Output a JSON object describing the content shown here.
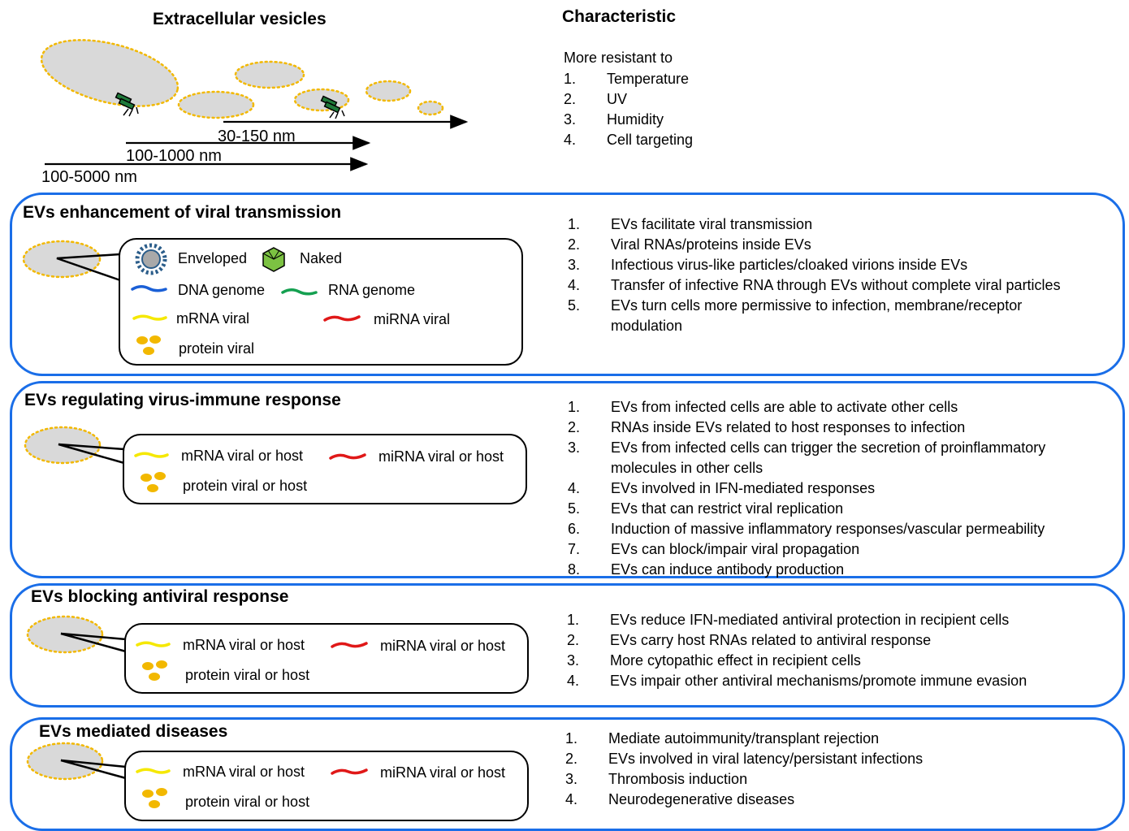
{
  "header": {
    "left_title": "Extracellular vesicles",
    "right_title": "Characteristic",
    "resist_intro": "More resistant to",
    "resist_items": [
      {
        "n": "1.",
        "t": "Temperature"
      },
      {
        "n": "2.",
        "t": "UV"
      },
      {
        "n": "3.",
        "t": "Humidity"
      },
      {
        "n": "4.",
        "t": "Cell targeting"
      }
    ],
    "sizes": {
      "small": "30-150 nm",
      "medium": "100-1000 nm",
      "large": "100-5000 nm"
    }
  },
  "panels": [
    {
      "title": "EVs enhancement of viral transmission",
      "legend": {
        "enveloped": "Enveloped",
        "naked": "Naked",
        "dna": "DNA genome",
        "rna": "RNA genome",
        "mrna": "mRNA viral",
        "mirna": "miRNA viral",
        "protein": "protein viral"
      },
      "items": [
        {
          "n": "1.",
          "t": "EVs facilitate viral transmission"
        },
        {
          "n": "2.",
          "t": "Viral RNAs/proteins inside EVs"
        },
        {
          "n": "3.",
          "t": "Infectious virus-like particles/cloaked virions inside EVs"
        },
        {
          "n": "4.",
          "t": "Transfer of infective RNA through EVs without complete viral particles"
        },
        {
          "n": "5.",
          "t": "EVs turn cells more permissive to infection, membrane/receptor modulation"
        }
      ]
    },
    {
      "title": "EVs regulating virus-immune response",
      "legend": {
        "mrna": "mRNA viral or host",
        "mirna": "miRNA viral or host",
        "protein": "protein viral or host"
      },
      "items": [
        {
          "n": "1.",
          "t": "EVs from infected cells are able to activate other cells"
        },
        {
          "n": "2.",
          "t": "RNAs inside EVs related to host responses to infection"
        },
        {
          "n": "3.",
          "t": "EVs from infected cells can trigger the secretion of proinflammatory molecules in other cells"
        },
        {
          "n": "4.",
          "t": "EVs involved in IFN-mediated responses"
        },
        {
          "n": "5.",
          "t": "EVs that can restrict viral replication"
        },
        {
          "n": "6.",
          "t": "Induction of massive inflammatory responses/vascular permeability"
        },
        {
          "n": "7.",
          "t": "EVs can block/impair viral propagation"
        },
        {
          "n": "8.",
          "t": "EVs can induce antibody production"
        }
      ]
    },
    {
      "title": "EVs blocking antiviral response",
      "legend": {
        "mrna": "mRNA viral or host",
        "mirna": "miRNA viral or host",
        "protein": "protein viral or host"
      },
      "items": [
        {
          "n": "1.",
          "t": "EVs reduce IFN-mediated antiviral protection in recipient cells"
        },
        {
          "n": "2.",
          "t": "EVs carry host RNAs related to antiviral response"
        },
        {
          "n": "3.",
          "t": "More cytopathic effect in recipient cells"
        },
        {
          "n": "4.",
          "t": "EVs impair other antiviral mechanisms/promote immune evasion"
        }
      ]
    },
    {
      "title": "EVs mediated diseases",
      "legend": {
        "mrna": "mRNA viral or host",
        "mirna": "miRNA viral or host",
        "protein": "protein viral or host"
      },
      "items": [
        {
          "n": "1.",
          "t": "Mediate autoimmunity/transplant rejection"
        },
        {
          "n": "2.",
          "t": "EVs involved in viral latency/persistant infections"
        },
        {
          "n": "3.",
          "t": "Thrombosis induction"
        },
        {
          "n": "4.",
          "t": "Neurodegenerative diseases"
        }
      ]
    }
  ],
  "colors": {
    "panel_border": "#1a6ee8",
    "vesicle_fill": "#d9d9d9",
    "vesicle_dots": "#f2b800",
    "dna": "#1a5fd6",
    "rna": "#14a050",
    "mrna": "#f5e800",
    "mirna": "#e01818",
    "protein": "#f2b800"
  }
}
